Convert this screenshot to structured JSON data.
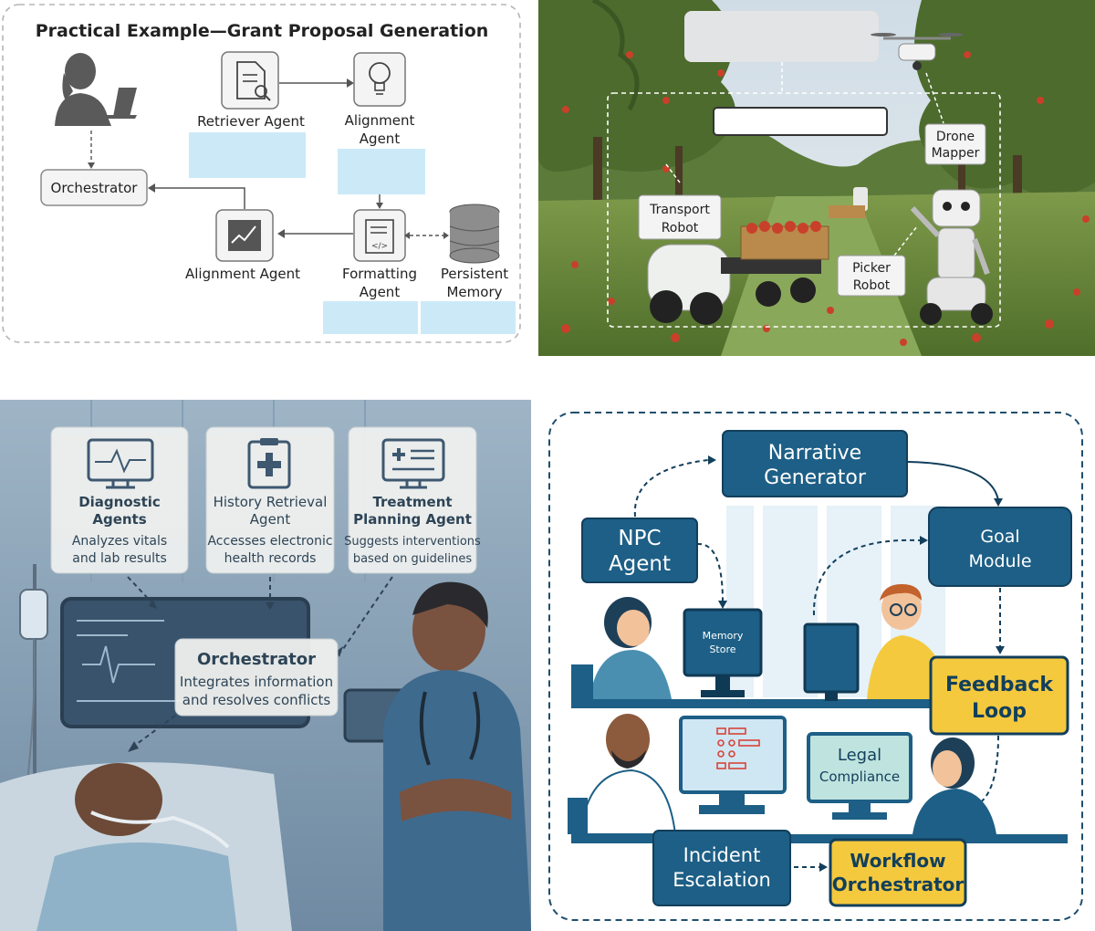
{
  "panel_tl": {
    "title": "Practical Example—Grant Proposal Generation",
    "retriever": "Retriever Agent",
    "alignment_top_1": "Alignment",
    "alignment_top_2": "Agent",
    "orchestrator": "Orchestrator",
    "alignment_bottom": "Alignment Agent",
    "formatting_1": "Formatting",
    "formatting_2": "Agent",
    "memory_1": "Persistent",
    "memory_2": "Memory",
    "placeholder_color": "#cce9f8"
  },
  "panel_tr": {
    "drone_1": "Drone",
    "drone_2": "Mapper",
    "transport_1": "Transport",
    "transport_2": "Robot",
    "picker_1": "Picker",
    "picker_2": "Robot"
  },
  "panel_bl": {
    "diag_title_1": "Diagnostic",
    "diag_title_2": "Agents",
    "diag_desc_1": "Analyzes vitals",
    "diag_desc_2": "and lab results",
    "hist_title_1": "History Retrieval",
    "hist_title_2": "Agent",
    "hist_desc_1": "Accesses electronic",
    "hist_desc_2": "health records",
    "treat_title_1": "Treatment",
    "treat_title_2": "Planning Agent",
    "treat_desc_1": "Suggests interventions",
    "treat_desc_2": "based on guidelines",
    "orch_title": "Orchestrator",
    "orch_desc_1": "Integrates information",
    "orch_desc_2": "and resolves conflicts"
  },
  "panel_br": {
    "narrative_1": "Narrative",
    "narrative_2": "Generator",
    "npc_1": "NPC",
    "npc_2": "Agent",
    "goal_1": "Goal",
    "goal_2": "Module",
    "memory_1": "Memory",
    "memory_2": "Store",
    "feedback_1": "Feedback",
    "feedback_2": "Loop",
    "legal_1": "Legal",
    "legal_2": "Compliance",
    "incident_1": "Incident",
    "incident_2": "Escalation",
    "workflow_1": "Workflow",
    "workflow_2": "Orchestrator",
    "navy": "#1d5f86",
    "yellow": "#f5c93d"
  }
}
